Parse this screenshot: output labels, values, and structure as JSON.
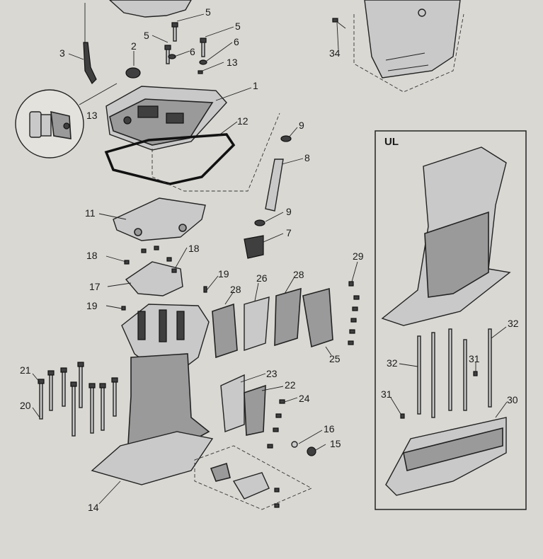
{
  "panel": {
    "title": "UL"
  },
  "callouts": [
    {
      "id": "c5a",
      "text": "5"
    },
    {
      "id": "c5b",
      "text": "5"
    },
    {
      "id": "c5c",
      "text": "5"
    },
    {
      "id": "c6a",
      "text": "6"
    },
    {
      "id": "c6b",
      "text": "6"
    },
    {
      "id": "c2",
      "text": "2"
    },
    {
      "id": "c3",
      "text": "3"
    },
    {
      "id": "c13a",
      "text": "13"
    },
    {
      "id": "c13b",
      "text": "13"
    },
    {
      "id": "c1",
      "text": "1"
    },
    {
      "id": "c12",
      "text": "12"
    },
    {
      "id": "c9a",
      "text": "9"
    },
    {
      "id": "c8",
      "text": "8"
    },
    {
      "id": "c9b",
      "text": "9"
    },
    {
      "id": "c7",
      "text": "7"
    },
    {
      "id": "c11",
      "text": "11"
    },
    {
      "id": "c18a",
      "text": "18"
    },
    {
      "id": "c18b",
      "text": "18"
    },
    {
      "id": "c17",
      "text": "17"
    },
    {
      "id": "c19a",
      "text": "19"
    },
    {
      "id": "c19b",
      "text": "19"
    },
    {
      "id": "c26",
      "text": "26"
    },
    {
      "id": "c28a",
      "text": "28"
    },
    {
      "id": "c28b",
      "text": "28"
    },
    {
      "id": "c29",
      "text": "29"
    },
    {
      "id": "c25",
      "text": "25"
    },
    {
      "id": "c23",
      "text": "23"
    },
    {
      "id": "c22",
      "text": "22"
    },
    {
      "id": "c24",
      "text": "24"
    },
    {
      "id": "c21",
      "text": "21"
    },
    {
      "id": "c20",
      "text": "20"
    },
    {
      "id": "c16",
      "text": "16"
    },
    {
      "id": "c15",
      "text": "15"
    },
    {
      "id": "c14",
      "text": "14"
    },
    {
      "id": "c34",
      "text": "34"
    },
    {
      "id": "c32a",
      "text": "32"
    },
    {
      "id": "c32b",
      "text": "32"
    },
    {
      "id": "c31a",
      "text": "31"
    },
    {
      "id": "c31b",
      "text": "31"
    },
    {
      "id": "c30",
      "text": "30"
    }
  ]
}
